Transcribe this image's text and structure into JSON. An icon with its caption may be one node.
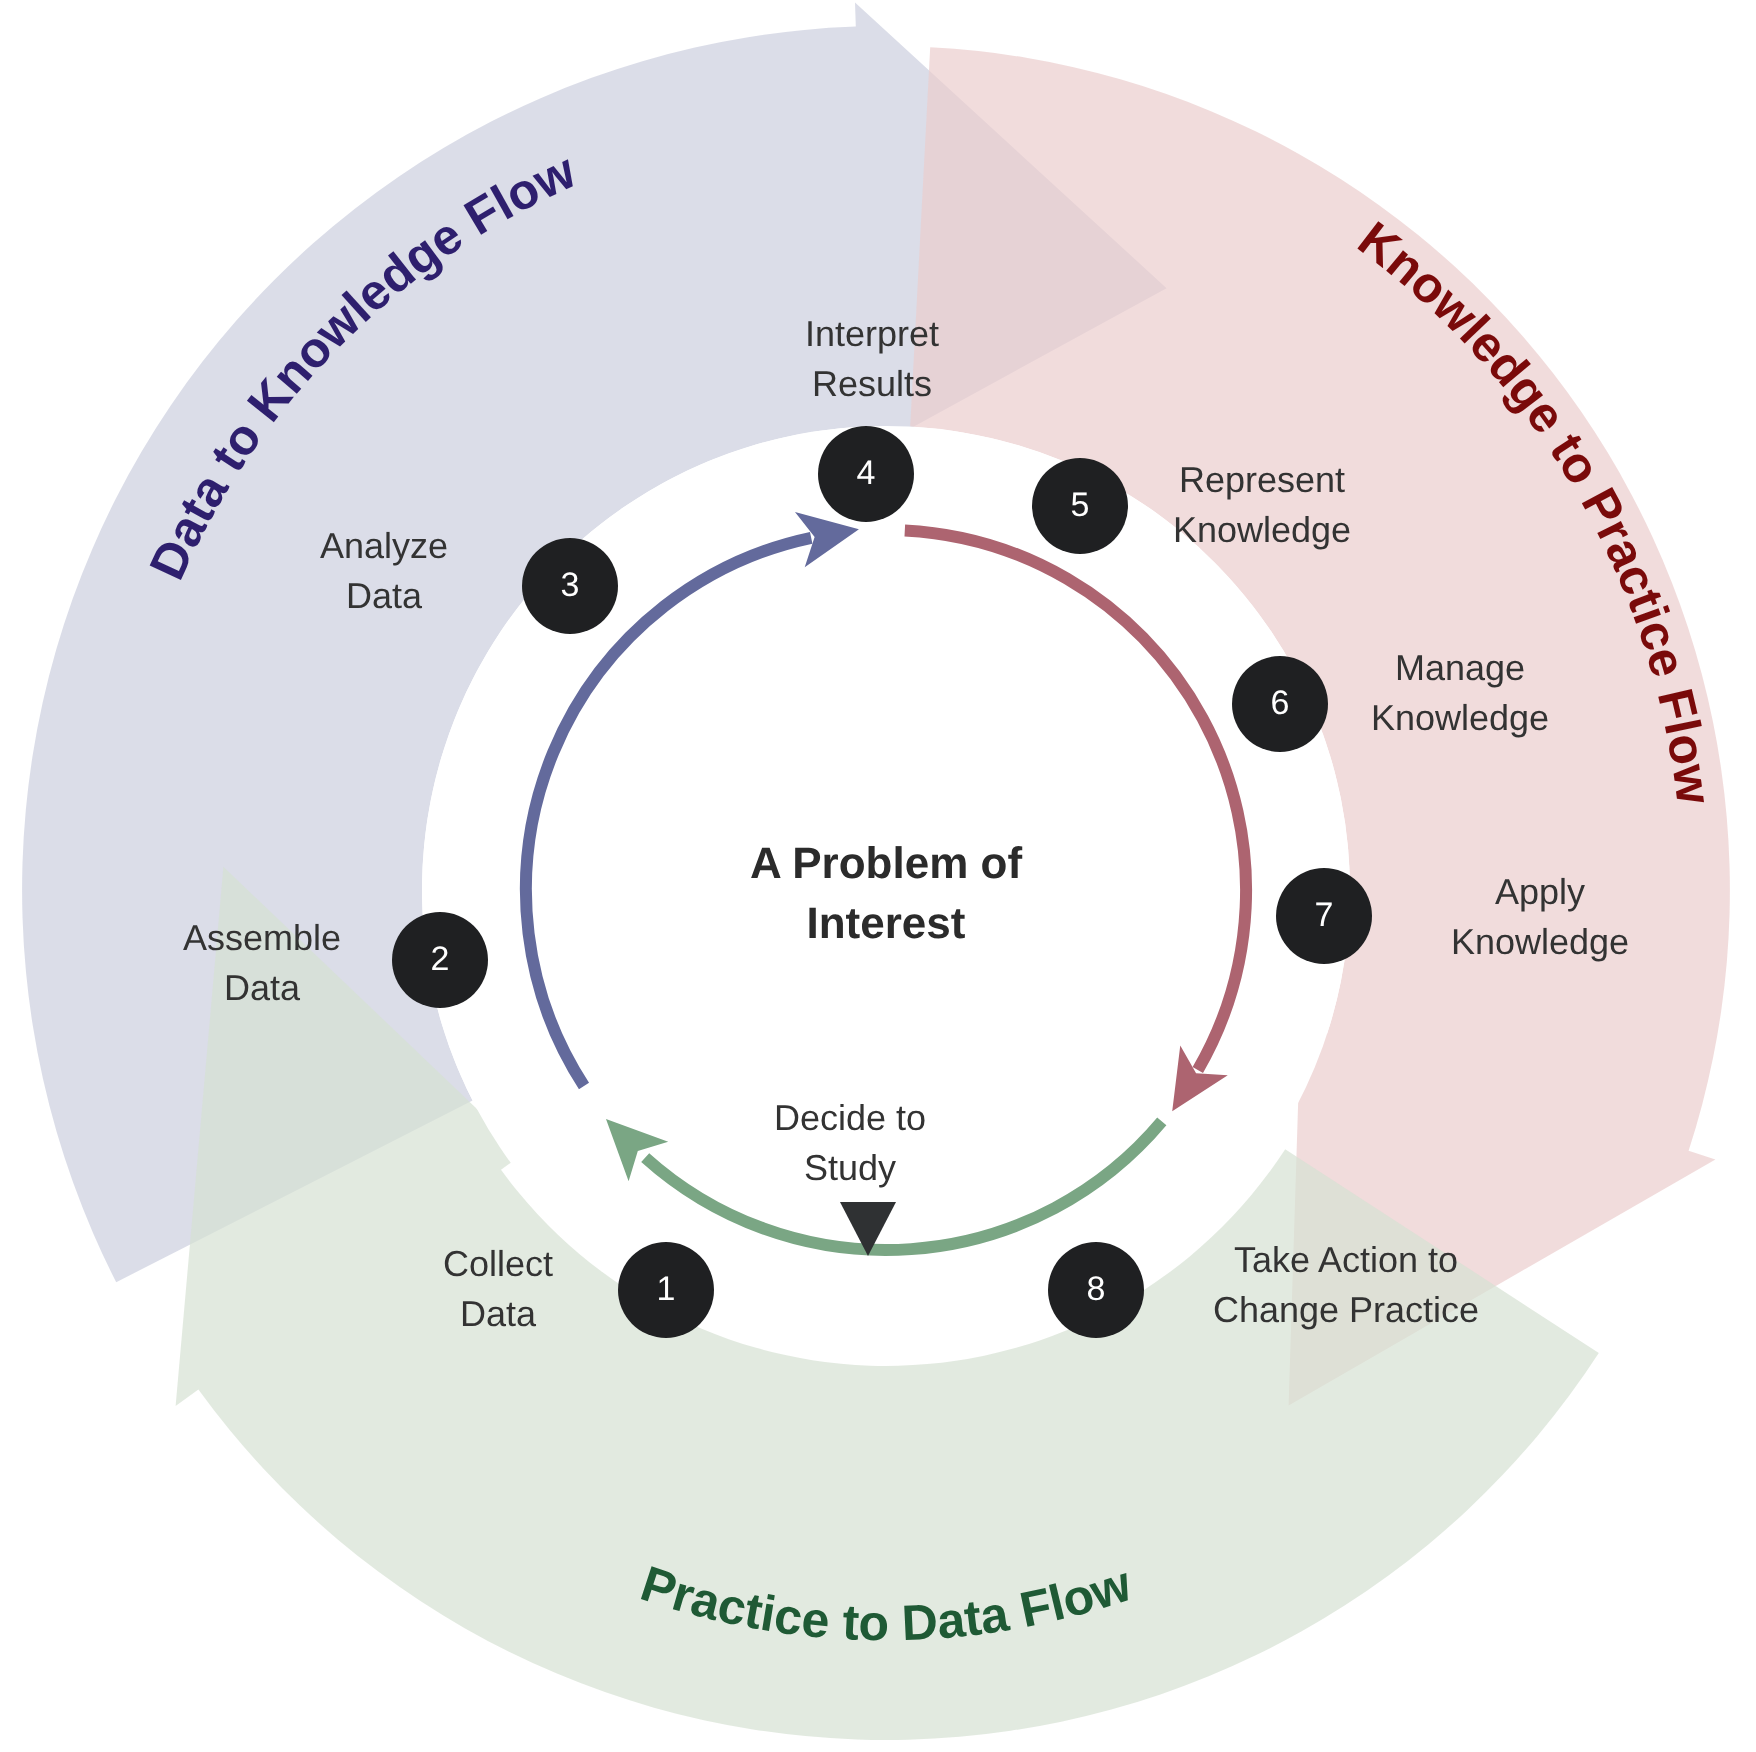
{
  "diagram": {
    "nodes": [
      {
        "text": [
          "A Problem of Interest"
        ]
      },
      {
        "text": [
          "1"
        ],
        "beside": [
          "Collect Data"
        ]
      },
      {
        "text": [
          "2"
        ],
        "beside": [
          "Assemble Data"
        ]
      },
      {
        "text": [
          "3"
        ],
        "beside": [
          "Analyze Data"
        ]
      },
      {
        "text": [
          "4"
        ],
        "beside": [
          "Interpret Results"
        ]
      },
      {
        "text": [
          "5"
        ],
        "beside": [
          "Represent Knowledge"
        ]
      },
      {
        "text": [
          "6"
        ],
        "beside": [
          "Manage Knowledge"
        ]
      },
      {
        "text": [
          "7"
        ],
        "beside": [
          "Apply Knowledge"
        ]
      },
      {
        "text": [
          "8"
        ],
        "beside": [
          "Take Action to Change Practice"
        ]
      }
    ],
    "labels": [
      "Data to Knowledge Flow",
      "Knowledge to Practice Flow",
      "Decide to Study",
      "Practice to Data Flow"
    ]
  }
}
